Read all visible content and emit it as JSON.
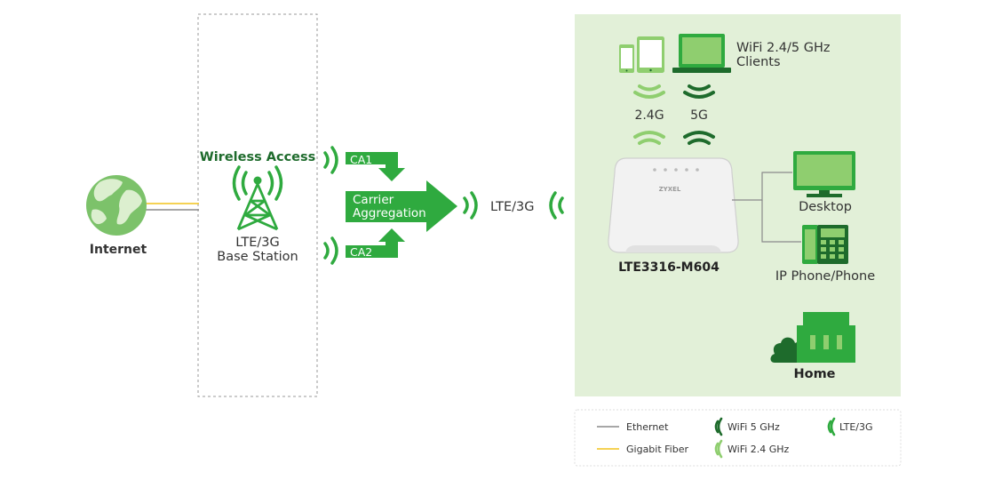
{
  "colors": {
    "dark_green": "#1e6b2c",
    "green": "#2faa3f",
    "light_green": "#8fce6f",
    "home_panel": "#e2f0d8",
    "ethernet_line": "#8a8a8a",
    "fiber_line": "#f2c31b",
    "label_text": "#333333",
    "globe_land": "#dcefcf",
    "globe_sea": "#7cc26a"
  },
  "icons": {
    "internet": "globe-icon",
    "base_station": "cell-tower-icon",
    "router": "router-icon",
    "devices": "phone-tablet-icon",
    "laptop": "laptop-icon",
    "desktop": "monitor-icon",
    "phone": "desk-phone-icon",
    "home": "house-icon",
    "cloud": "cloud-icon"
  },
  "nodes": {
    "internet_label": "Internet",
    "wireless_access_label": "Wireless Access",
    "base_station_label_line1": "LTE/3G",
    "base_station_label_line2": "Base Station",
    "ca1_label": "CA1",
    "ca2_label": "CA2",
    "carrier_aggregation_line1": "Carrier",
    "carrier_aggregation_line2": "Aggregation",
    "lte_link_label": "LTE/3G",
    "router_label": "LTE3316-M604",
    "router_brand": "ZYXEL",
    "wifi_clients_line1": "WiFi 2.4/5 GHz",
    "wifi_clients_line2": "Clients",
    "band_24_label": "2.4G",
    "band_5_label": "5G",
    "desktop_label": "Desktop",
    "phone_label": "IP Phone/Phone",
    "home_label": "Home"
  },
  "legend": {
    "ethernet": "Ethernet",
    "fiber": "Gigabit Fiber",
    "wifi5": "WiFi 5 GHz",
    "wifi24": "WiFi 2.4 GHz",
    "lte": "LTE/3G"
  }
}
